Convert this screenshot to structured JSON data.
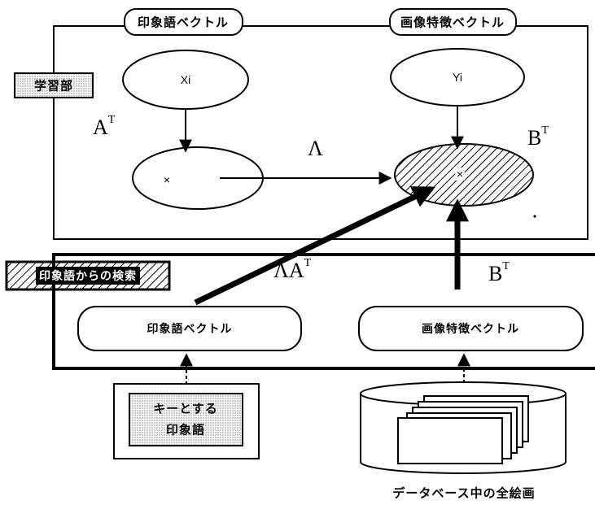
{
  "learning": {
    "section_label": "学習部",
    "impression_vector_label": "印象語ベクトル",
    "image_feature_vector_label": "画像特徴ベクトル",
    "node_x": "Xi",
    "node_y": "Yi",
    "mark_left": "×",
    "mark_right": "×",
    "a_transpose_base": "A",
    "a_transpose_sup": "T",
    "lambda": "Λ",
    "b_transpose_base": "B",
    "b_transpose_sup": "T"
  },
  "retrieval": {
    "section_label": "印象語からの検索",
    "lambda_a_base": "ΛA",
    "lambda_a_sup": "T",
    "b_transpose_base": "B",
    "b_transpose_sup": "T",
    "impression_vector_box": "印象語ベクトル",
    "image_feature_vector_box": "画像特徴ベクトル"
  },
  "inputs": {
    "key_word_line1": "キーとする",
    "key_word_line2": "印象語",
    "database_caption": "データベース中の全絵画"
  }
}
